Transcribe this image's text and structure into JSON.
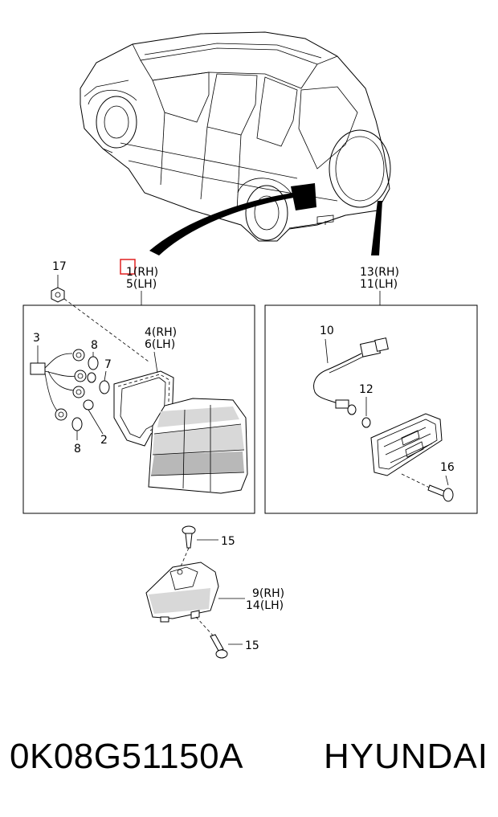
{
  "callouts": {
    "c17": "17",
    "c1": "1(RH)",
    "c5": "5(LH)",
    "c13": "13(RH)",
    "c11": "11(LH)",
    "c3": "3",
    "c4": "4(RH)",
    "c6": "6(LH)",
    "c8a": "8",
    "c7": "7",
    "c2": "2",
    "c8b": "8",
    "c10": "10",
    "c12": "12",
    "c16": "16",
    "c15a": "15",
    "c9": "9(RH)",
    "c14": "14(LH)",
    "c15b": "15"
  },
  "footer": {
    "part_number": "0K08G51150A",
    "brand": "HYUNDAI"
  },
  "colors": {
    "line": "#000000",
    "highlight": "#e02020",
    "lens_shade": "#d8d8d8"
  }
}
